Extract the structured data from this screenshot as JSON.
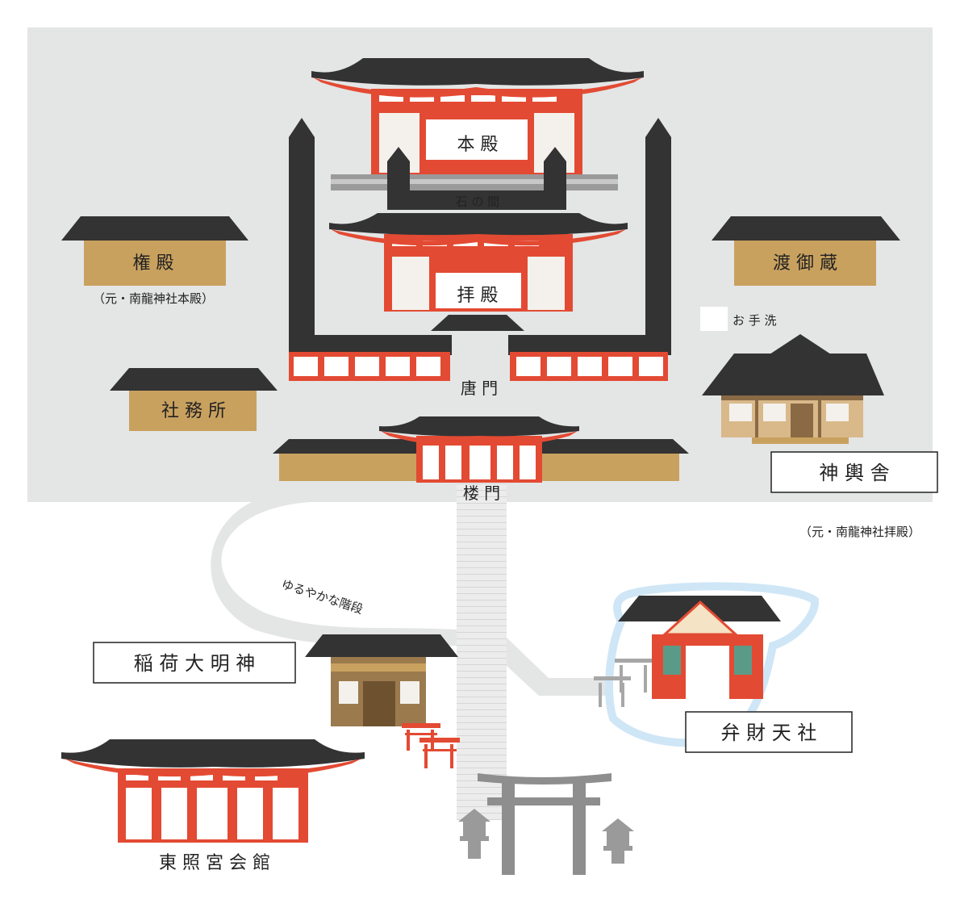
{
  "labels": {
    "honden": "本 殿",
    "ishinoma": "石 の 間",
    "haiden": "拝 殿",
    "karamon": "唐 門",
    "romon": "楼 門",
    "gonden": "権 殿",
    "gonden_note": "（元・南龍神社本殿）",
    "shamusho": "社 務 所",
    "watarigura": "渡 御 蔵",
    "otearai": "お 手 洗",
    "shinyosha": "神 輿 舎",
    "shinyosha_note": "（元・南龍神社拝殿）",
    "slope": "ゆるやかな階段",
    "inari": "稲 荷 大 明 神",
    "benzaiten": "弁 財 天 社",
    "toshogu_kaikan": "東 照 宮 会 館"
  },
  "colors": {
    "ground": "#e4e5e5",
    "roof": "#333333",
    "red": "#e34a33",
    "tan": "#c9a15f",
    "wall": "#f4f1ec",
    "stone": "#8e8e8e",
    "water": "#cfe6f6"
  }
}
